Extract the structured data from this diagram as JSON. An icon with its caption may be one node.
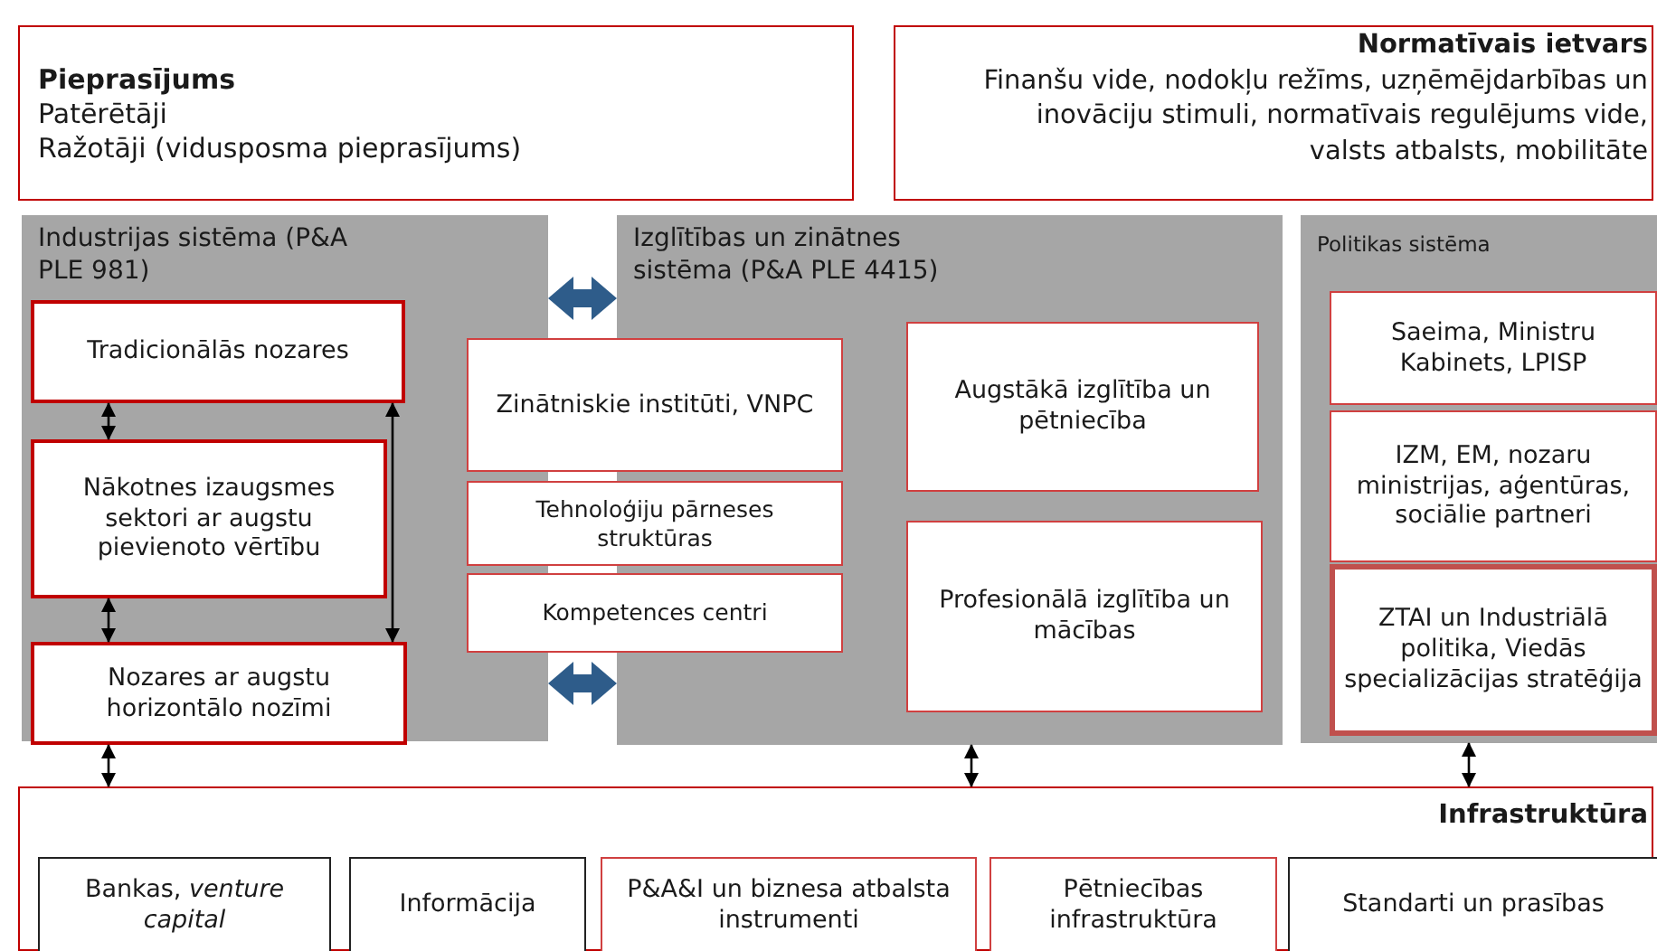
{
  "diagram": {
    "nodes": [
      {
        "text": [
          "Pieprasījums",
          "Patērētāji",
          "Ražotāji (vidusposma pieprasījums)"
        ]
      },
      {
        "text": [
          "Normatīvais ietvars",
          "Finanšu vide, nodokļu režīms, uzņēmējdarbības un inovāciju stimuli, normatīvais regulējums vide, valsts atbalsts, mobilitāte"
        ]
      },
      {
        "text": [
          "Industrijas sistēma (P&A PLE 981)"
        ]
      },
      {
        "text": [
          "Tradicionālās nozares"
        ],
        "in": 2
      },
      {
        "text": [
          "Nākotnes izaugsmes sektori ar augstu pievienoto vērtību"
        ],
        "in": 2
      },
      {
        "text": [
          "Nozares ar augstu horizontālo nozīmi"
        ],
        "in": 2
      },
      {
        "text": [
          "Izglītības un zinātnes sistēma (P&A PLE 4415)"
        ]
      },
      {
        "text": [
          "Zinātniskie institūti, VNPC"
        ]
      },
      {
        "text": [
          "Tehnoloģiju pārneses struktūras"
        ]
      },
      {
        "text": [
          "Kompetences centri"
        ]
      },
      {
        "text": [
          "Augstākā izglītība un pētniecība"
        ],
        "in": 6
      },
      {
        "text": [
          "Profesionālā izglītība un mācības"
        ],
        "in": 6
      },
      {
        "text": [
          "Politikas sistēma"
        ]
      },
      {
        "text": [
          "Saeima, Ministru Kabinets, LPISP"
        ],
        "in": 12
      },
      {
        "text": [
          "IZM, EM, nozaru ministrijas, aģentūras, sociālie partneri"
        ],
        "in": 12
      },
      {
        "text": [
          "ZTAI un Industriālā politika, Viedās specializācijas stratēģija"
        ],
        "in": 12
      },
      {
        "text": [
          "Infrastruktūra"
        ]
      },
      {
        "text": [
          "Bankas, *venture capital*"
        ],
        "in": 16
      },
      {
        "text": [
          "Informācija"
        ],
        "in": 16
      },
      {
        "text": [
          "P&A&I un biznesa atbalsta instrumenti"
        ],
        "in": 16
      },
      {
        "text": [
          "Pētniecības infrastruktūra"
        ],
        "in": 16
      },
      {
        "text": [
          "Standarti un prasības"
        ],
        "in": 16
      }
    ],
    "edges": [
      {
        "from": 3,
        "to": 4,
        "arrow": "both"
      },
      {
        "from": 4,
        "to": 5,
        "arrow": "both"
      },
      {
        "from": 3,
        "to": 5,
        "arrow": "both"
      },
      {
        "from": 2,
        "to": 6,
        "arrow": "both",
        "style": "thick",
        "color": "#2e5c8a"
      },
      {
        "from": 2,
        "to": 6,
        "arrow": "both",
        "style": "thick",
        "color": "#2e5c8a"
      },
      {
        "from": 5,
        "to": 16,
        "arrow": "both"
      },
      {
        "from": 6,
        "to": 16,
        "arrow": "both"
      },
      {
        "from": 12,
        "to": 16,
        "arrow": "both"
      }
    ]
  }
}
